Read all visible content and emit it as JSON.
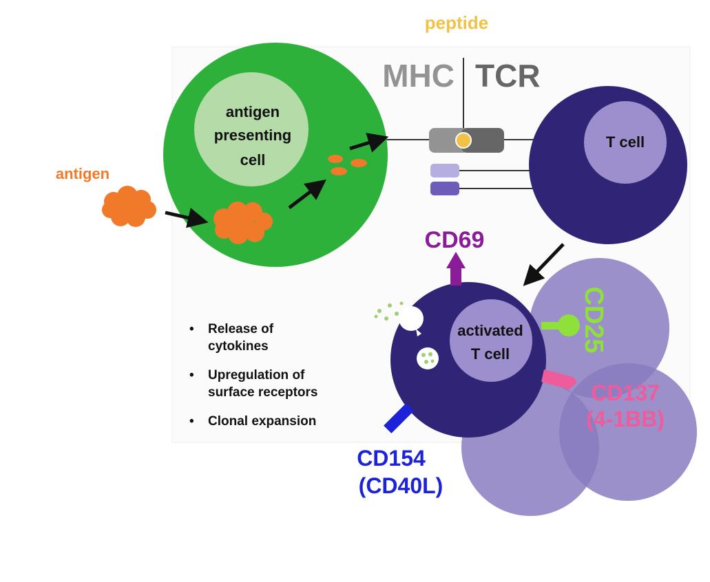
{
  "labels": {
    "peptide": "peptide",
    "mhc": "MHC",
    "tcr": "TCR",
    "antigen": "antigen",
    "apc_line1": "antigen",
    "apc_line2": "presenting",
    "apc_line3": "cell",
    "tcell": "T cell",
    "activated_line1": "activated",
    "activated_line2": "T cell",
    "cd69": "CD69",
    "cd25": "CD25",
    "cd137_line1": "CD137",
    "cd137_line2": "(4-1BB)",
    "cd154_line1": "CD154",
    "cd154_line2": "(CD40L)"
  },
  "bullets": {
    "b1_line1": "Release of",
    "b1_line2": "cytokines",
    "b2_line1": "Upregulation of",
    "b2_line2": "surface receptors",
    "b3_line1": "Clonal expansion"
  },
  "colors": {
    "apc_green": "#2eb13a",
    "apc_nucleus": "#b5dca8",
    "antigen_orange": "#f07a2a",
    "peptide_gold": "#f1c246",
    "mhc_gray": "#939393",
    "tcr_gray": "#666666",
    "tcell_navy": "#2f2475",
    "tcell_nucleus": "#9d8fce",
    "clone_purple": "#8a7cc0",
    "cd69_purple": "#8a1c98",
    "cd25_green": "#8fe03a",
    "cd137_pink": "#ee5c9c",
    "cd154_blue": "#1b22d8"
  }
}
